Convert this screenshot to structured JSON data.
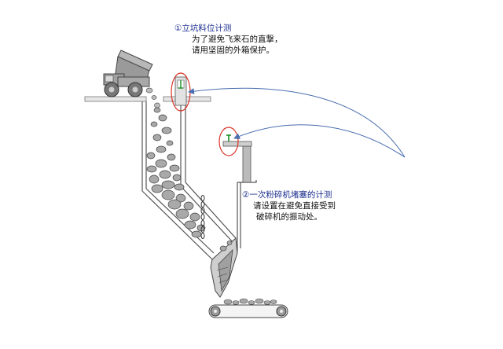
{
  "annotations": [
    {
      "id": "silo-level",
      "title": "①立坑料位计测",
      "lines": [
        "为了避免飞来石的直撃，",
        "请用坚固的外箱保护。"
      ]
    },
    {
      "id": "crusher-blockage",
      "title": "②一次粉碎机堵塞的计测",
      "lines": [
        "请设置在避免直接受到",
        "破碎机的振动处。"
      ]
    }
  ],
  "colors": {
    "accent_text": "#1d2f8f",
    "arrow": "#4a6fb0",
    "highlight_ring": "#d9342b",
    "sensor_green": "#2f9a3a",
    "structure": "#555555"
  },
  "icons": [
    "dump-truck-icon",
    "level-sensor-icon",
    "rock-pile-icon",
    "crusher-icon",
    "conveyor-icon",
    "chain-icon"
  ]
}
